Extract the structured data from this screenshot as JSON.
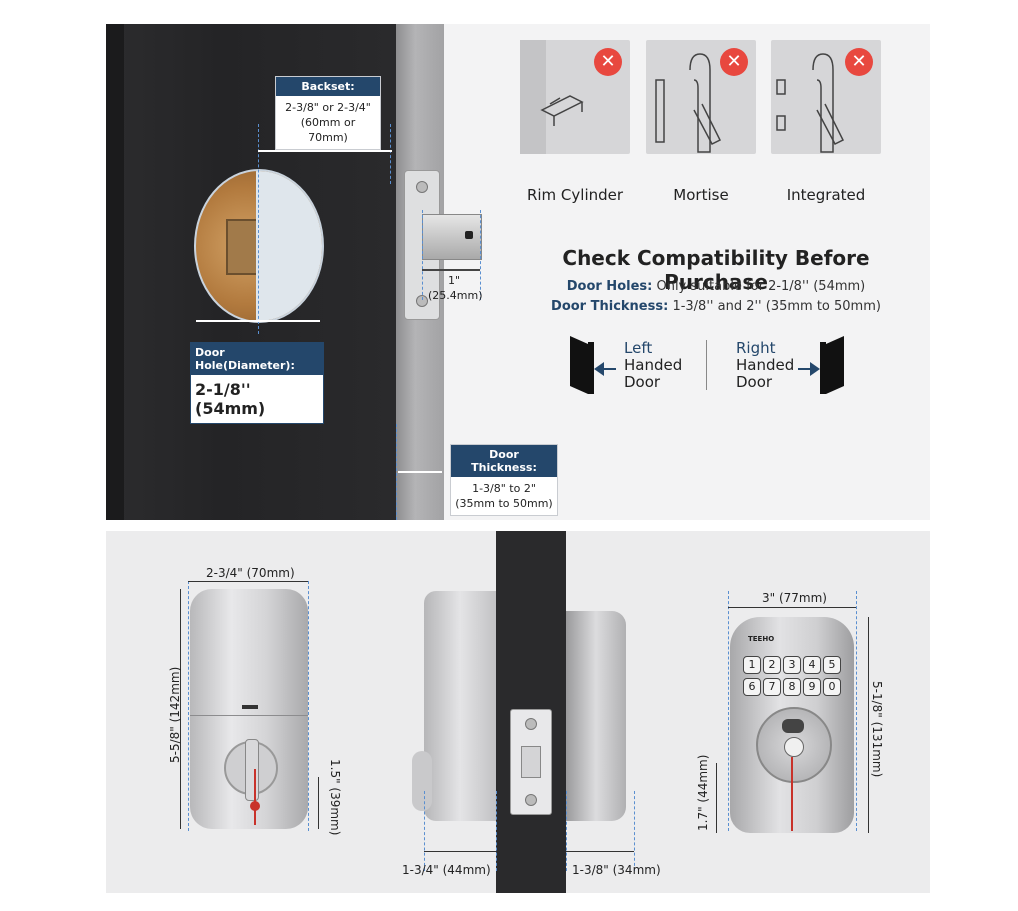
{
  "top": {
    "backset": {
      "title": "Backset:",
      "line1": "2-3/8\" or 2-3/4\"",
      "line2": "(60mm or 70mm)"
    },
    "door_hole": {
      "title": "Door Hole(Diameter):",
      "value": "2-1/8'' (54mm)"
    },
    "latch": {
      "line1": "1\"",
      "line2": "(25.4mm)"
    },
    "thickness": {
      "title": "Door Thickness:",
      "line1": "1-3/8\" to 2\"",
      "line2": "(35mm to 50mm)"
    },
    "types": [
      {
        "label": "Rim Cylinder"
      },
      {
        "label": "Mortise"
      },
      {
        "label": "Integrated"
      }
    ],
    "heading": "Check Compatibility Before Purchase",
    "holes_key": "Door Holes:",
    "holes_val": " Only suitable for 2-1/8'' (54mm)",
    "thick_key": "Door Thickness:",
    "thick_val": " 1-3/8'' and 2'' (35mm to 50mm)",
    "left_hand": {
      "l1": "Left",
      "l2": "Handed",
      "l3": "Door"
    },
    "right_hand": {
      "l1": "Right",
      "l2": "Handed",
      "l3": "Door"
    },
    "accent": "#24476b",
    "reject": "#e8483f"
  },
  "bottom": {
    "interior_width": "2-3/4\" (70mm)",
    "interior_height": "5-5/8\" (142mm)",
    "interior_low": "1.5\" (39mm)",
    "side_left": "1-3/4\" (44mm)",
    "side_right": "1-3/8\" (34mm)",
    "exterior_width": "3\" (77mm)",
    "exterior_height": "5-1/8\" (131mm)",
    "exterior_low": "1.7\" (44mm)",
    "brand": "TEEHO",
    "keys": [
      "1",
      "2",
      "3",
      "4",
      "5",
      "6",
      "7",
      "8",
      "9",
      "0"
    ]
  }
}
